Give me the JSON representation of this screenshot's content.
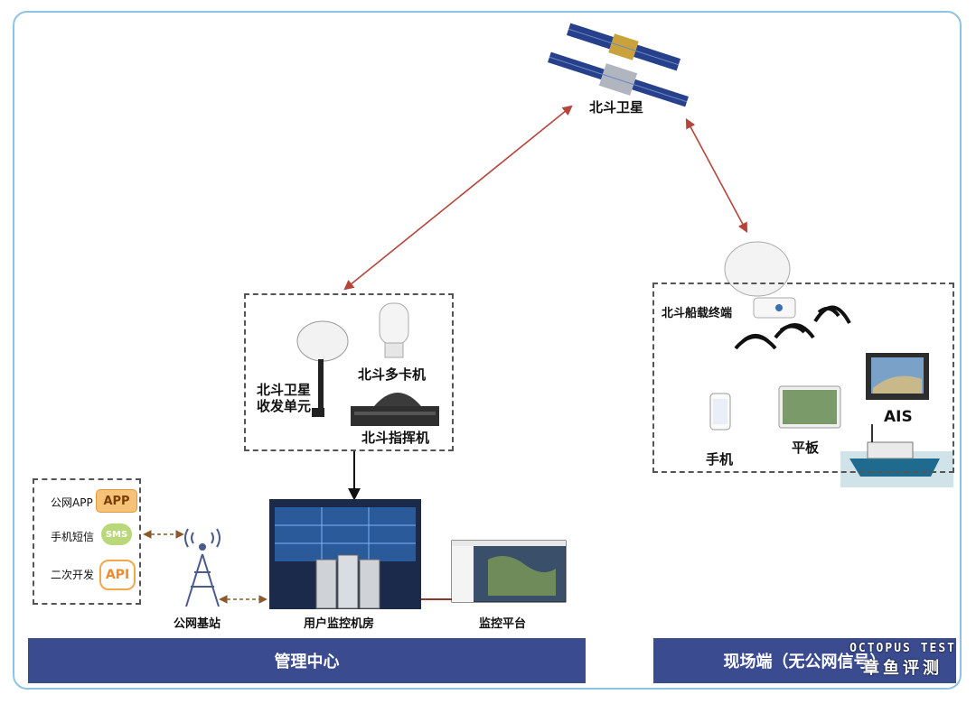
{
  "satellite": {
    "label": "北斗卫星"
  },
  "command_unit": {
    "transceiver_label": "北斗卫星\n收发单元",
    "multicard_label": "北斗多卡机",
    "commander_label": "北斗指挥机"
  },
  "left_panel": {
    "items": [
      {
        "label": "公网APP",
        "badge": "APP"
      },
      {
        "label": "手机短信",
        "badge": "SMS"
      },
      {
        "label": "二次开发",
        "badge": "API"
      }
    ]
  },
  "base_station": {
    "label": "公网基站"
  },
  "monitor_room": {
    "label": "用户监控机房"
  },
  "platform": {
    "label": "监控平台"
  },
  "ship": {
    "terminal_label": "北斗船载终端",
    "phone_label": "手机",
    "tablet_label": "平板",
    "ais_label": "AIS"
  },
  "bars": {
    "management": "管理中心",
    "field": "现场端（无公网信号）"
  },
  "watermark": {
    "line1": "OCTOPUS TEST",
    "line2": "章鱼评测"
  },
  "colors": {
    "arrow": "#b5453b",
    "bar": "#3a4b8f",
    "frame": "#8fc3e6"
  }
}
